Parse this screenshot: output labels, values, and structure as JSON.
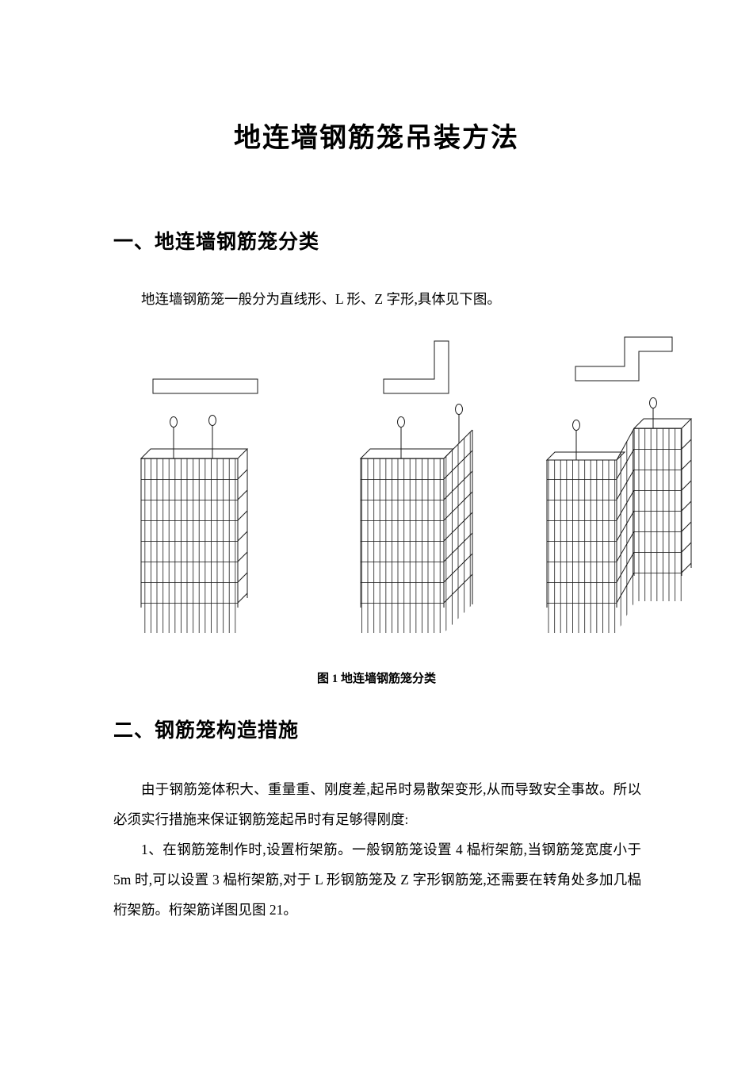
{
  "page": {
    "title": "地连墙钢筋笼吊装方法",
    "sections": [
      {
        "heading": "一、地连墙钢筋笼分类",
        "paragraphs": [
          "地连墙钢筋笼一般分为直线形、L 形、Z 字形,具体见下图。"
        ]
      },
      {
        "heading": "二、钢筋笼构造措施",
        "paragraphs": [
          "由于钢筋笼体积大、重量重、刚度差,起吊时易散架变形,从而导致安全事故。所以必须实行措施来保证钢筋笼起吊时有足够得刚度:",
          "1、在钢筋笼制作时,设置桁架筋。一般钢筋笼设置 4 榀桁架筋,当钢筋笼宽度小于 5m 时,可以设置 3 榀桁架筋,对于 L 形钢筋笼及 Z 字形钢筋笼,还需要在转角处多加几榀桁架筋。桁架筋详图见图 21。"
        ]
      }
    ],
    "figure": {
      "caption": "图 1 地连墙钢筋笼分类",
      "diagrams": [
        "straight-cage",
        "l-shape-cage",
        "z-shape-cage"
      ]
    }
  }
}
